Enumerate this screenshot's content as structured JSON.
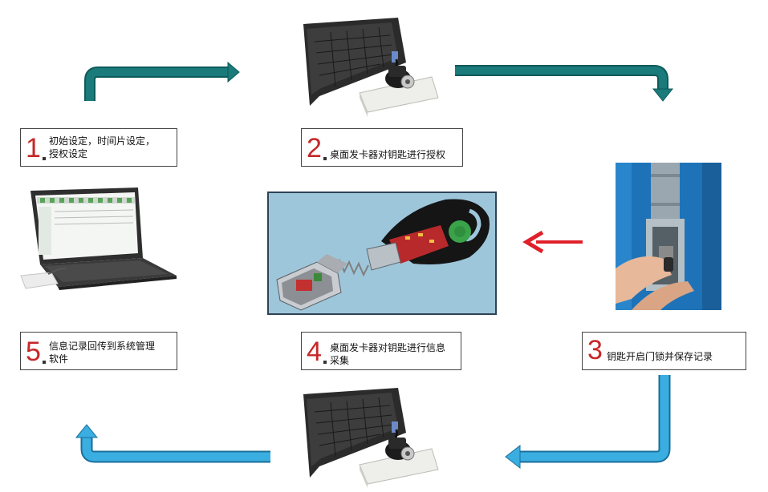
{
  "steps": [
    {
      "number": "1",
      "lines": [
        "初始设定，时间片设定，",
        "授权设定"
      ]
    },
    {
      "number": "2",
      "lines": [
        "桌面发卡器对钥匙进行授权"
      ]
    },
    {
      "number": "3",
      "lines": [
        "钥匙开启门锁并保存记录"
      ]
    },
    {
      "number": "4",
      "lines": [
        "桌面发卡器对钥匙进行信息",
        "采集"
      ]
    },
    {
      "number": "5",
      "lines": [
        "信息记录回传到系统管理",
        "软件"
      ]
    }
  ],
  "colors": {
    "arrow_teal": "#1b7a7a",
    "arrow_blue": "#3aaee0",
    "arrow_red": "#e0202a",
    "number_red": "#c62828",
    "center_bg": "#9ec6da",
    "door_blue": "#1e73b8"
  },
  "icons": {
    "laptop_top": "laptop-with-card-reader-icon",
    "laptop_bottom": "laptop-with-card-reader-icon",
    "laptop_left": "laptop-software-icon",
    "door_lock": "door-lock-photo-icon",
    "key_cutaway": "electronic-key-cutaway-icon"
  }
}
